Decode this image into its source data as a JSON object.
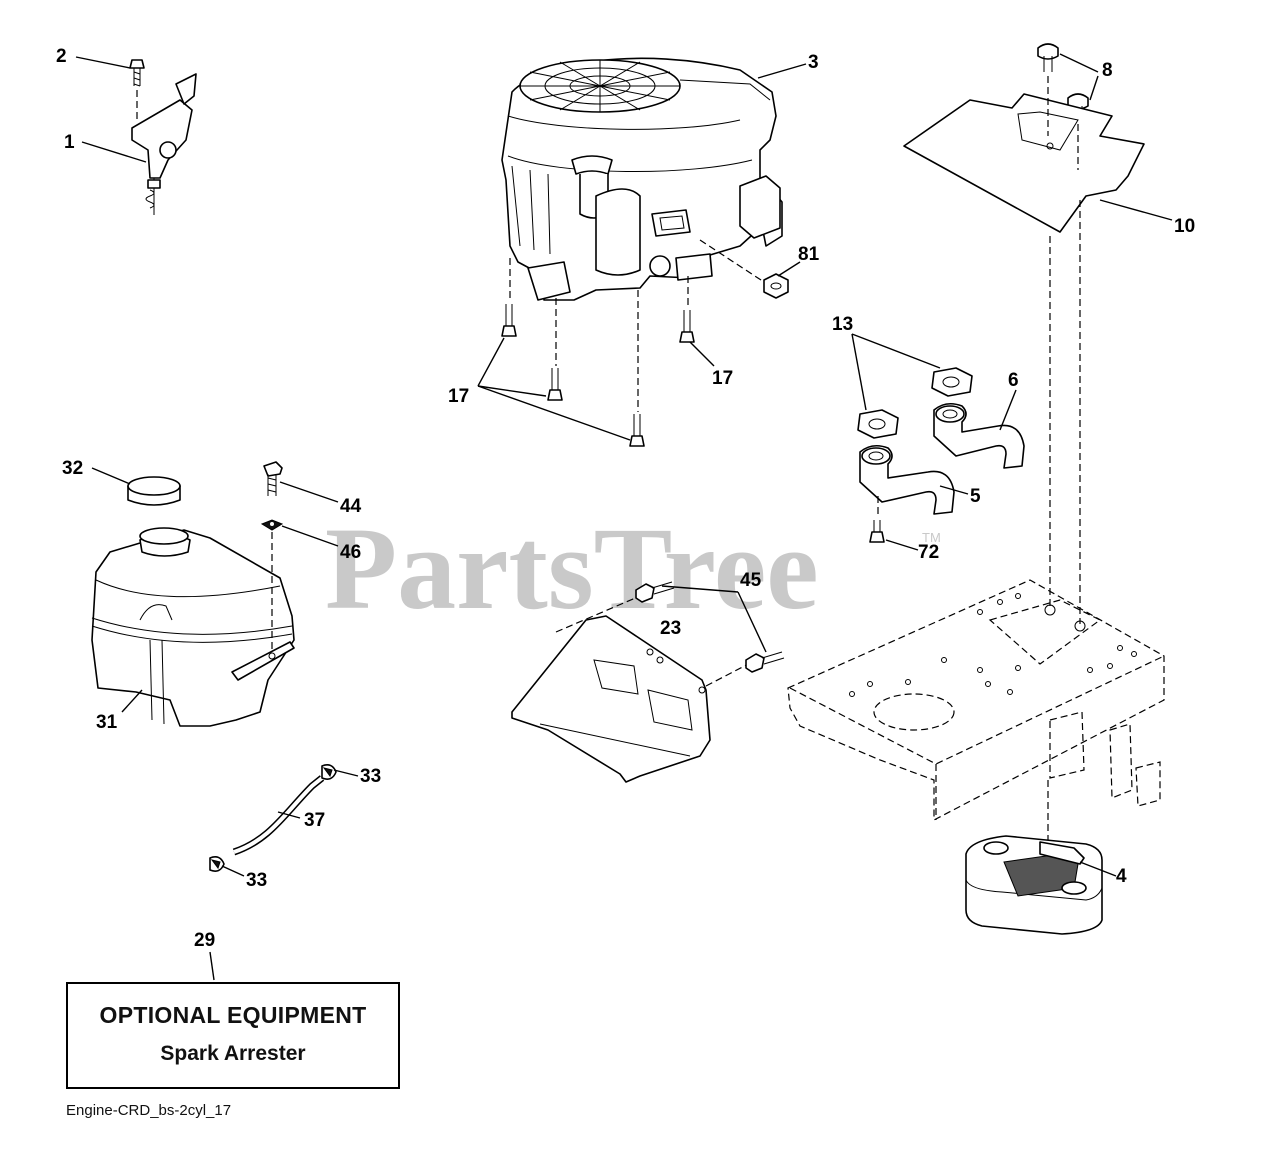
{
  "watermark": {
    "text": "PartsTree",
    "trademark": "TM"
  },
  "callouts": {
    "c1": "1",
    "c2": "2",
    "c3": "3",
    "c4": "4",
    "c5": "5",
    "c6": "6",
    "c8": "8",
    "c10": "10",
    "c13": "13",
    "c17a": "17",
    "c17b": "17",
    "c23": "23",
    "c29": "29",
    "c31": "31",
    "c32": "32",
    "c33a": "33",
    "c33b": "33",
    "c37": "37",
    "c44": "44",
    "c45": "45",
    "c46": "46",
    "c72": "72",
    "c81": "81"
  },
  "optional_box": {
    "title": "OPTIONAL EQUIPMENT",
    "subtitle": "Spark Arrester"
  },
  "caption": "Engine-CRD_bs-2cyl_17"
}
